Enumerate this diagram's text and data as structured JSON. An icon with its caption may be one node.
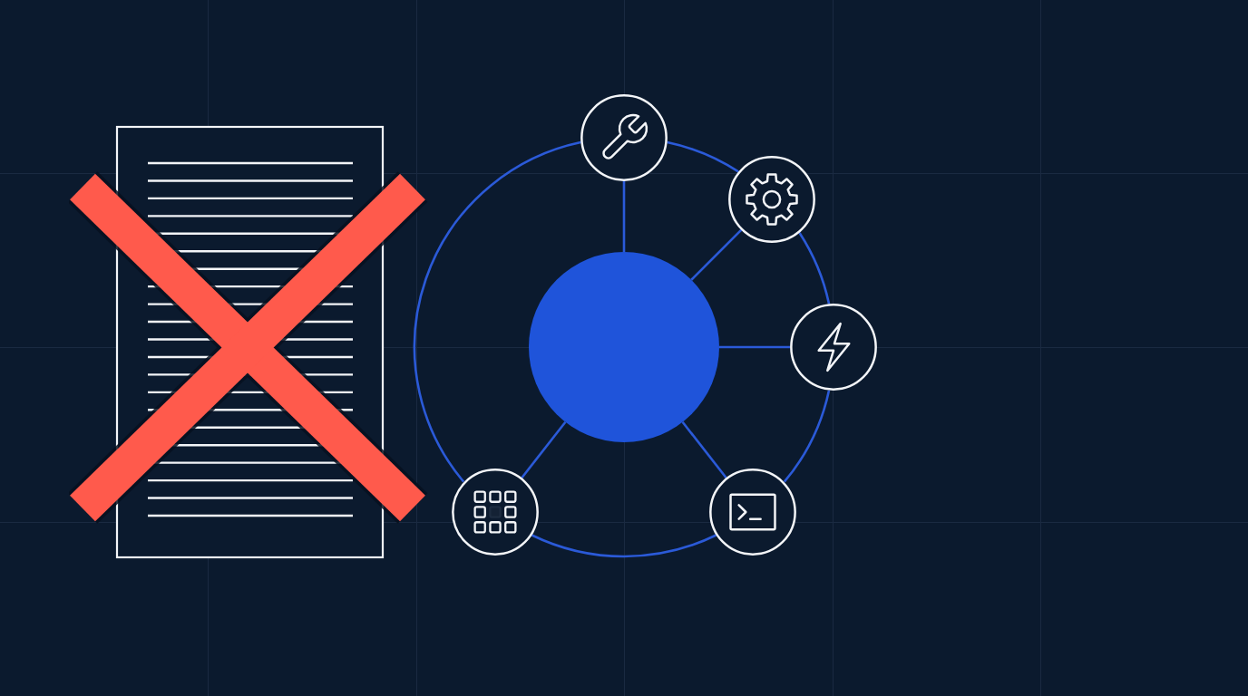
{
  "diagram": {
    "nodes": [
      {
        "text": [],
        "shape": "picture"
      },
      {
        "text": [],
        "shape": "circle"
      },
      {
        "text": [],
        "shape": "circle"
      },
      {
        "text": [],
        "shape": "circle"
      },
      {
        "text": [],
        "shape": "circle"
      },
      {
        "text": [],
        "shape": "circle"
      },
      {
        "text": [],
        "shape": "circle"
      }
    ],
    "edges": [
      {
        "from": 1,
        "to": 2,
        "arrow": "none"
      },
      {
        "from": 1,
        "to": 3,
        "arrow": "none"
      },
      {
        "from": 1,
        "to": 4,
        "arrow": "none"
      },
      {
        "from": 1,
        "to": 5,
        "arrow": "none"
      },
      {
        "from": 1,
        "to": 6,
        "arrow": "none"
      },
      {
        "from": 2,
        "to": 3,
        "arrow": "none"
      },
      {
        "from": 3,
        "to": 4,
        "arrow": "none"
      },
      {
        "from": 4,
        "to": 5,
        "arrow": "none"
      },
      {
        "from": 5,
        "to": 6,
        "arrow": "none"
      },
      {
        "from": 6,
        "to": 2,
        "arrow": "none"
      }
    ]
  }
}
